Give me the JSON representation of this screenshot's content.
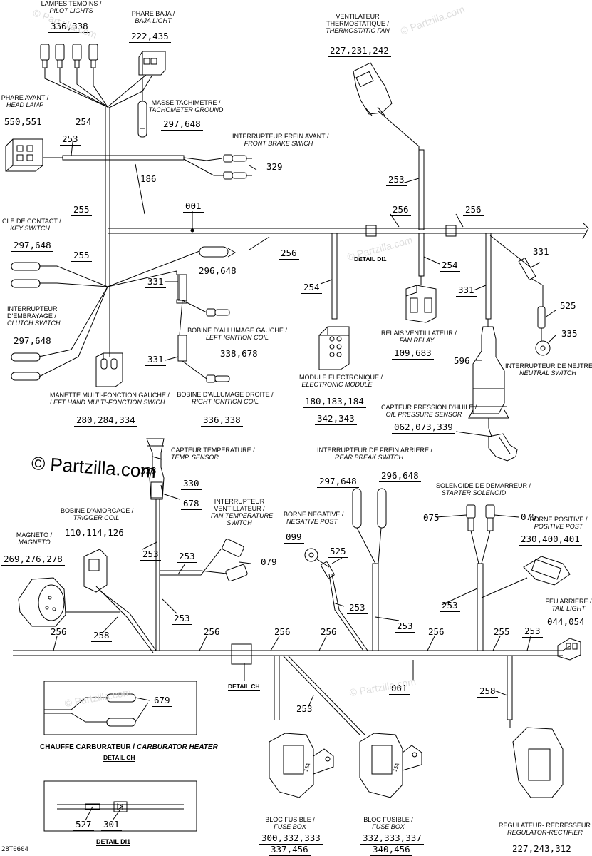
{
  "watermark": {
    "brand": "© Partzilla.com",
    "faint": "© Partzilla.com"
  },
  "drawing_code": "28T0604",
  "components": {
    "pilot_lights": {
      "fr": "LAMPES TEMOINS /",
      "en": "PILOT LIGHTS",
      "parts": "336,338"
    },
    "baja_light": {
      "fr": "PHARE BAJA /",
      "en": "BAJA LIGHT",
      "parts": "222,435"
    },
    "head_lamp": {
      "fr": "PHARE AVANT /",
      "en": "HEAD LAMP",
      "parts": "550,551"
    },
    "tach_ground": {
      "fr": "MASSE TACHIMETRE /",
      "en": "TACHOMETER GROUND",
      "parts": "297,648"
    },
    "thermo_fan": {
      "fr1": "VENTILATEUR",
      "fr2": "THERMOSTATIQUE /",
      "en": "THERMOSTATIC FAN",
      "parts": "227,231,242"
    },
    "front_brake": {
      "fr": "INTERRUPTEUR FREIN AVANT /",
      "en": "FRONT BRAKE SWICH",
      "parts": "329"
    },
    "key_switch": {
      "fr": "CLE DE CONTACT /",
      "en": "KEY SWITCH",
      "parts": "297,648"
    },
    "clutch_switch": {
      "fr1": "INTERRUPTEUR",
      "fr2": "D'EMBRAYAGE /",
      "en": "CLUTCH SWITCH",
      "parts": "297,648"
    },
    "ign_coil_left": {
      "fr": "BOBINE D'ALLUMAGE GAUCHE /",
      "en": "LEFT IGNITION COIL",
      "parts": "338,678"
    },
    "ign_coil_right": {
      "fr": "BOBINE D'ALLUMAGE DROITE /",
      "en": "RIGHT IGNITION COIL",
      "parts": "336,338"
    },
    "left_switch": {
      "fr": "MANETTE MULTI-FONCTION GAUCHE /",
      "en": "LEFT HAND MULTI-FONCTION SWICH",
      "parts": "280,284,334"
    },
    "electronic_module": {
      "fr": "MODULE ELECTRONIQUE /",
      "en": "ELECTRONIC MODULE",
      "parts1": "180,183,184",
      "parts2": "342,343"
    },
    "fan_relay": {
      "fr": "RELAIS VENTILLATEUR /",
      "en": "FAN RELAY",
      "parts": "109,683"
    },
    "neutral_switch": {
      "fr": "INTERRUPTEUR DE NEJTRE /",
      "en": "NEUTRAL SWITCH"
    },
    "oil_pressure": {
      "fr": "CAPTEUR PRESSION D'HUILE /",
      "en": "OIL PRESSURE SENSOR",
      "parts": "062,073,339"
    },
    "temp_sensor": {
      "fr": "CAPTEUR TEMPERATURE /",
      "en": "TEMP. SENSOR"
    },
    "rear_brake": {
      "fr": "INTERRUPTEUR DE FREIN ARRIERE /",
      "en": "REAR BREAK SWITCH",
      "parts_a": "297,648",
      "parts_b": "296,648"
    },
    "starter_solenoid": {
      "fr": "SOLENOIDE DE DEMARREUR /",
      "en": "STARTER SOLENOID"
    },
    "trigger_coil": {
      "fr": "BOBINE D'AMORCAGE /",
      "en": "TRIGGER COIL",
      "parts": "110,114,126"
    },
    "fan_temp_switch": {
      "fr1": "INTERRUPTEUR",
      "fr2": "VENTILLATEUR /",
      "en1": "FAN TEMPERATURE",
      "en2": "SWITCH",
      "parts": "079"
    },
    "negative_post": {
      "fr": "BORNE NEGATIVE /",
      "en": "NEGATIVE POST",
      "parts": "099"
    },
    "positive_post": {
      "fr": "BORNE POSITIVE /",
      "en": "POSITIVE POST",
      "parts": "230,400,401"
    },
    "magneto": {
      "fr": "MAGNETO /",
      "en": "MAGNETO",
      "parts": "269,276,278"
    },
    "tail_light": {
      "fr": "FEU ARRIERE /",
      "en": "TAIL LIGHT",
      "parts": "044,054"
    },
    "fuse_box_left": {
      "fr": "BLOC FUSIBLE /",
      "en": "FUSE BOX",
      "parts1": "300,332,333",
      "parts2": "337,456"
    },
    "fuse_box_right": {
      "fr": "BLOC FUSIBLE /",
      "en": "FUSE BOX",
      "parts1": "332,333,337",
      "parts2": "340,456"
    },
    "regulator": {
      "fr": "REGULATEUR- REDRESSEUR /",
      "en": "REGULATOR-RECTIFIER",
      "parts": "227,243,312"
    },
    "carb_heater": {
      "fr": "CHAUFFE CARBURATEUR /",
      "en": "CARBURATOR HEATER",
      "parts": "679",
      "detail": "DETAIL CH"
    }
  },
  "refs": {
    "r254": "254",
    "r253": "253",
    "r186": "186",
    "r255": "255",
    "r001": "001",
    "r256": "256",
    "r331": "331",
    "r296648": "296,648",
    "r525": "525",
    "r335": "335",
    "r596": "596",
    "r338": "338",
    "r330": "330",
    "r678": "678",
    "r075": "075",
    "r258": "258",
    "r527": "527",
    "r301": "301"
  },
  "fuse_labels": {
    "a": "15A",
    "b": "15A"
  },
  "details": {
    "di1": "DETAIL DI1",
    "ch": "DETAIL CH"
  }
}
